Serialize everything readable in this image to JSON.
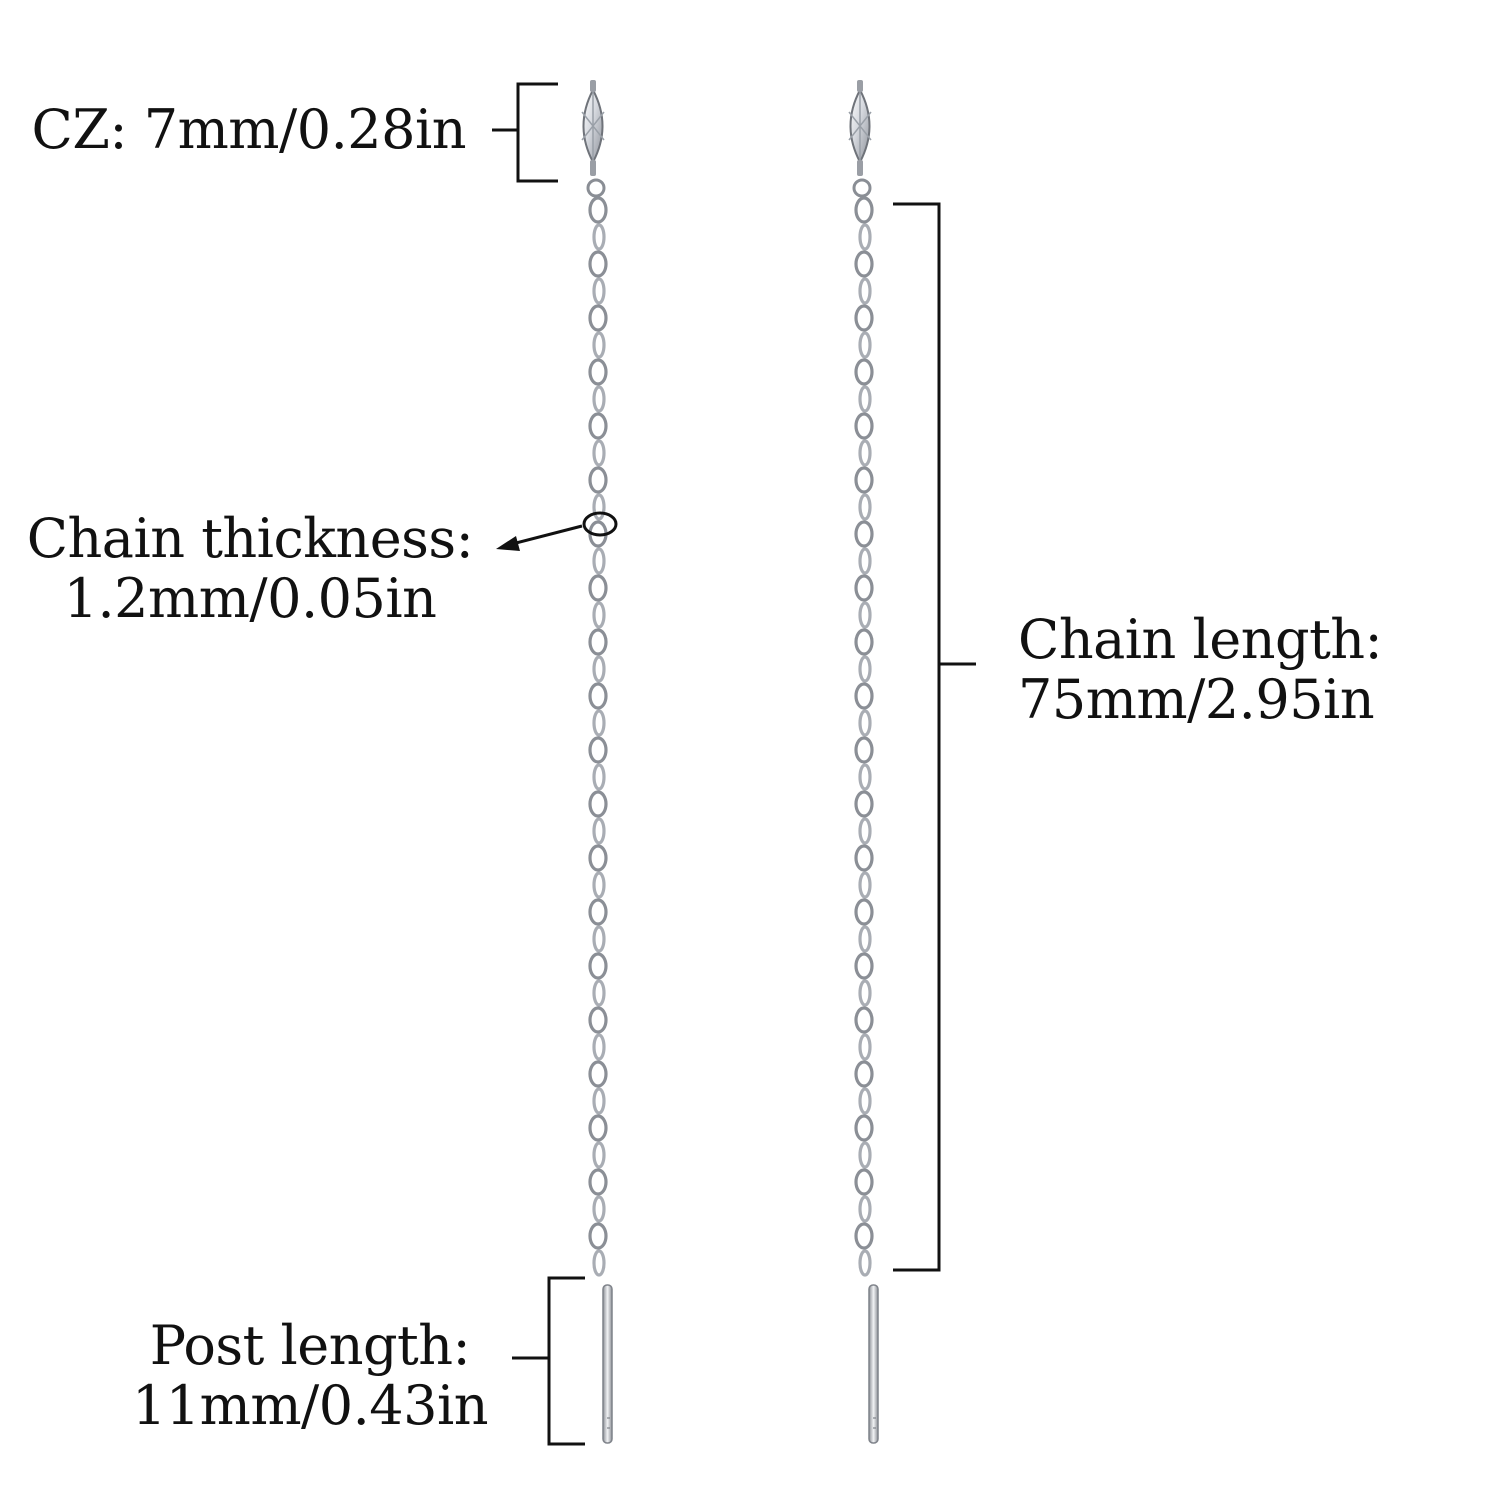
{
  "colors": {
    "background": "#ffffff",
    "text": "#111111",
    "lines": "#111111",
    "metal": "#b9bcc2",
    "metal_dark": "#7d8087",
    "gem": "#e8eaee"
  },
  "annotations": {
    "cz": {
      "name": "CZ:",
      "value": "7mm/0.28in"
    },
    "chain_thickness": {
      "line1": "Chain thickness:",
      "line2": "1.2mm/0.05in"
    },
    "chain_length": {
      "line1": "Chain length:",
      "line2": "75mm/2.95in"
    },
    "post_length": {
      "line1": "Post length:",
      "line2": "11mm/0.43in"
    }
  }
}
